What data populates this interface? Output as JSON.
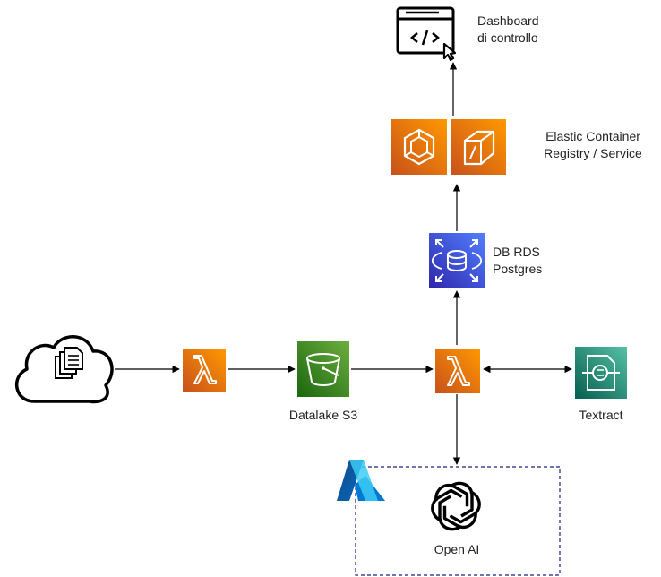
{
  "nodes": {
    "dashboard": {
      "label_line1": "Dashboard",
      "label_line2": "di controllo",
      "icon": "dashboard-code-icon"
    },
    "ecr_ecs": {
      "label_line1": "Elastic Container",
      "label_line2": "Registry / Service",
      "icons": [
        "ecr-icon",
        "ecs-icon"
      ],
      "color": "#ED7100"
    },
    "rds": {
      "label_line1": "DB RDS",
      "label_line2": "Postgres",
      "icon": "rds-icon",
      "color": "#3B48CC"
    },
    "cloud_source": {
      "icon": "cloud-documents-icon"
    },
    "lambda_ingest": {
      "icon": "lambda-icon",
      "color": "#ED7100"
    },
    "s3": {
      "label": "Datalake S3",
      "icon": "s3-bucket-icon",
      "color": "#3F8624"
    },
    "lambda_process": {
      "icon": "lambda-icon",
      "color": "#ED7100"
    },
    "textract": {
      "label": "Textract",
      "icon": "textract-icon",
      "color": "#1D8102"
    },
    "openai": {
      "label": "Open AI",
      "icon": "openai-icon",
      "container": "azure-group",
      "container_icon": "azure-icon"
    }
  },
  "edges": [
    {
      "from": "cloud_source",
      "to": "lambda_ingest",
      "direction": "forward"
    },
    {
      "from": "lambda_ingest",
      "to": "s3",
      "direction": "forward"
    },
    {
      "from": "s3",
      "to": "lambda_process",
      "direction": "forward"
    },
    {
      "from": "lambda_process",
      "to": "textract",
      "direction": "both"
    },
    {
      "from": "lambda_process",
      "to": "openai",
      "direction": "forward"
    },
    {
      "from": "lambda_process",
      "to": "rds",
      "direction": "forward"
    },
    {
      "from": "rds",
      "to": "ecr_ecs",
      "direction": "forward"
    },
    {
      "from": "ecr_ecs",
      "to": "dashboard",
      "direction": "forward"
    }
  ],
  "colors": {
    "aws_orange_light": "#F78E04",
    "aws_orange_dark": "#D05C17",
    "edge": "#000000",
    "azure_blue": "#0078D4",
    "group_border": "#1A237E"
  }
}
